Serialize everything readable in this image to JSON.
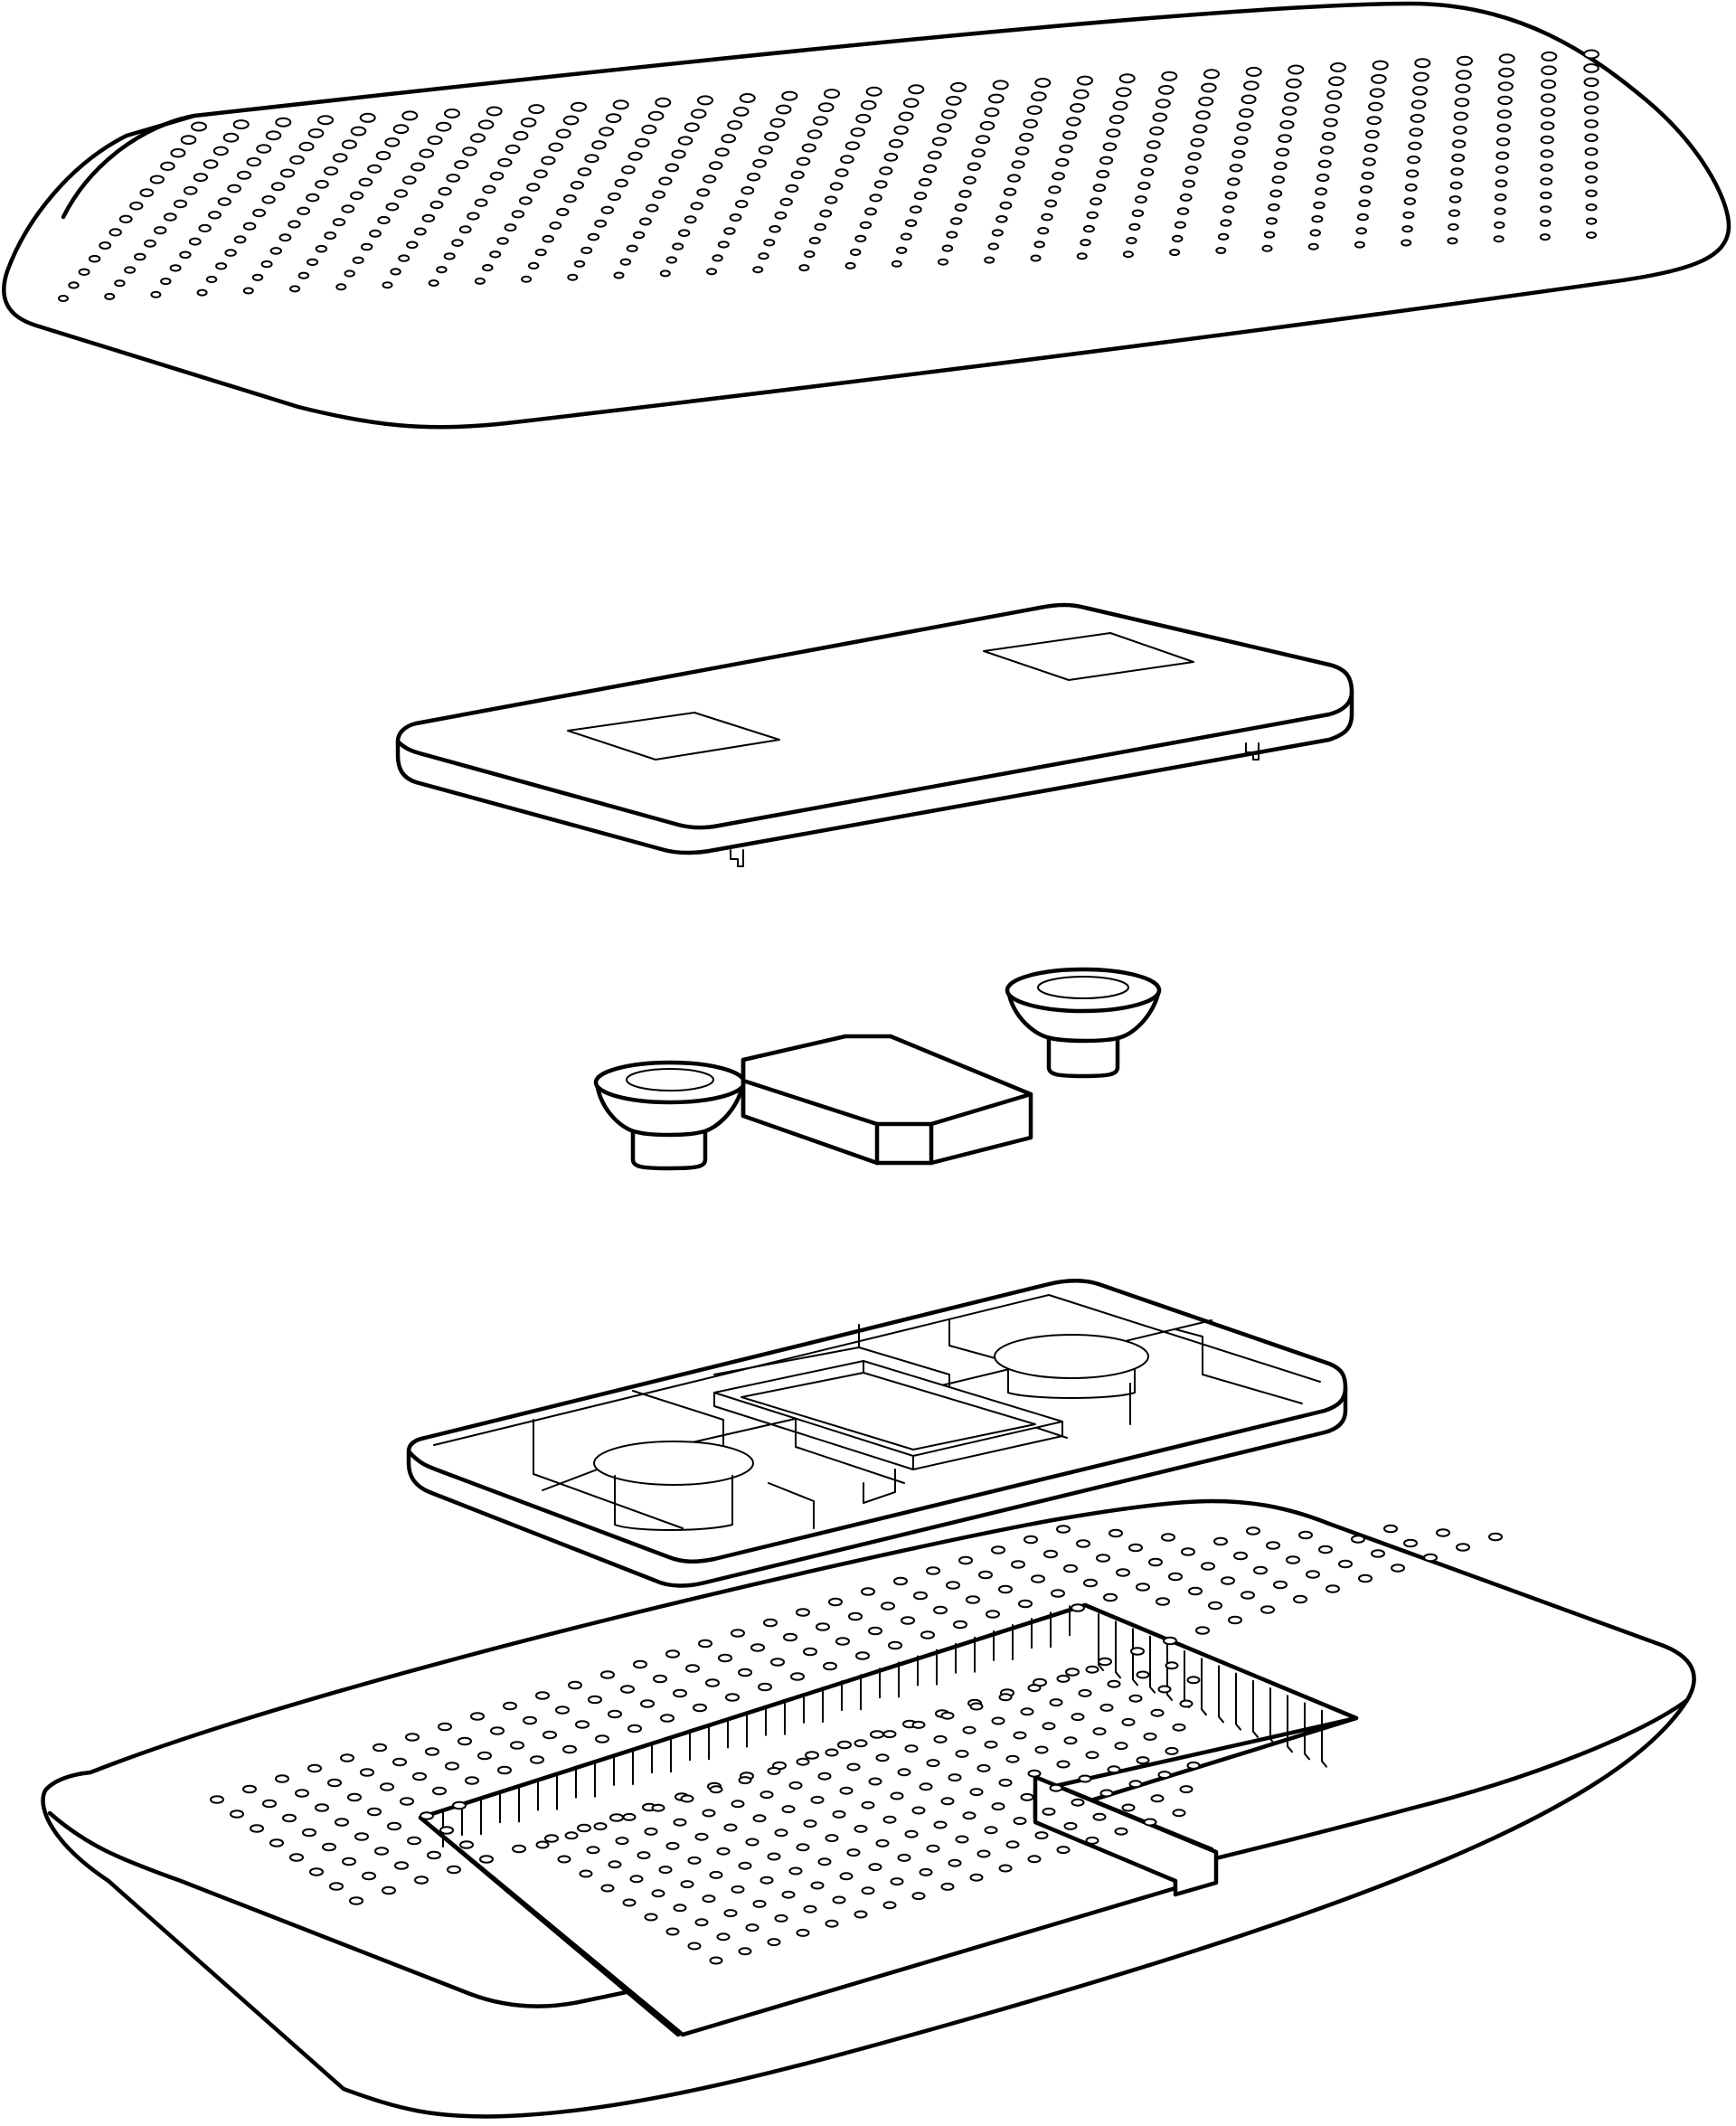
{
  "figure": {
    "kind": "exploded-assembly-line-drawing",
    "line_color": "#000000",
    "background_color": "#ffffff",
    "parts": [
      {
        "id": "top-perforated-cover",
        "icon": "speaker-grille-cover"
      },
      {
        "id": "circuit-board-plate",
        "icon": "pcb-plate"
      },
      {
        "id": "driver-and-battery",
        "icon": "speaker-drivers"
      },
      {
        "id": "internal-frame-tray",
        "icon": "compartment-tray"
      },
      {
        "id": "bottom-perforated-base",
        "icon": "perforated-base"
      }
    ]
  }
}
